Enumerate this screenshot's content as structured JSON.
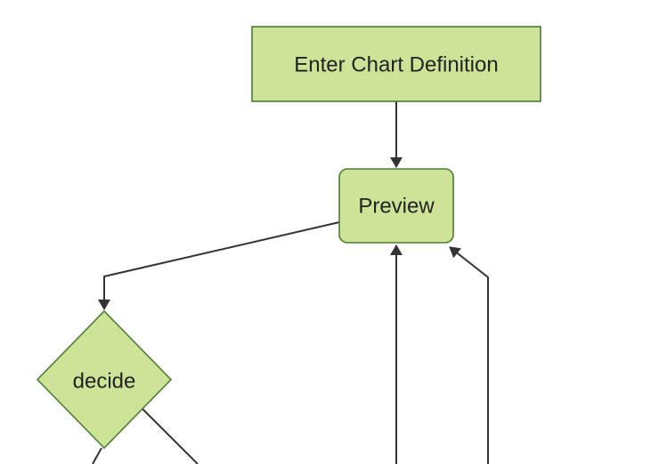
{
  "flowchart": {
    "background": "#ffffff",
    "node_fill": "#cde498",
    "node_border": "#4e7c35",
    "edge_color": "#333333",
    "label_color": "#222222",
    "nodes": {
      "A": {
        "label": "Enter Chart Definition",
        "shape": "rectangle"
      },
      "B": {
        "label": "Preview",
        "shape": "rounded-rectangle"
      },
      "C": {
        "label": "decide",
        "shape": "diamond"
      }
    },
    "edges": [
      {
        "name": "enter-chart-definition-to-preview",
        "arrowhead": true
      },
      {
        "name": "preview-to-decide",
        "arrowhead": true
      },
      {
        "name": "decide-to-offscreen-bottom-left",
        "arrowhead": false
      },
      {
        "name": "decide-to-offscreen-bottom-right",
        "arrowhead": false
      },
      {
        "name": "offscreen-bottom-to-preview-vertical",
        "arrowhead": true
      },
      {
        "name": "offscreen-bottom-to-preview-corner",
        "arrowhead": true
      }
    ]
  }
}
